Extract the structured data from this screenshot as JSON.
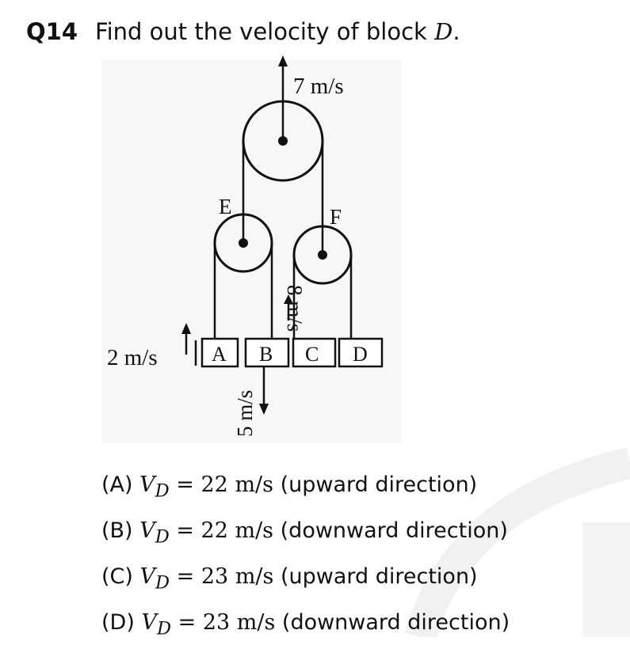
{
  "question": {
    "number": "Q14",
    "text": "Find out the velocity of block",
    "variable": "D",
    "period": "."
  },
  "figure": {
    "labels": {
      "top_velocity": "7 m/s",
      "pulley_e": "E",
      "pulley_f": "F",
      "velocity_b_up": "8 m/s",
      "velocity_a": "2 m/s",
      "velocity_b_down": "5 m/s",
      "block_a": "A",
      "block_b": "B",
      "block_c": "C",
      "block_d": "D"
    }
  },
  "options": [
    {
      "label": "(A)",
      "symbol": "V",
      "subscript": "D",
      "equals": "=",
      "value": "22 m/s",
      "direction": "(upward direction)"
    },
    {
      "label": "(B)",
      "symbol": "V",
      "subscript": "D",
      "equals": "=",
      "value": "22 m/s",
      "direction": "(downward direction)"
    },
    {
      "label": "(C)",
      "symbol": "V",
      "subscript": "D",
      "equals": "=",
      "value": "23 m/s",
      "direction": "(upward direction)"
    },
    {
      "label": "(D)",
      "symbol": "V",
      "subscript": "D",
      "equals": "=",
      "value": "23 m/s",
      "direction": "(downward direction)"
    }
  ]
}
